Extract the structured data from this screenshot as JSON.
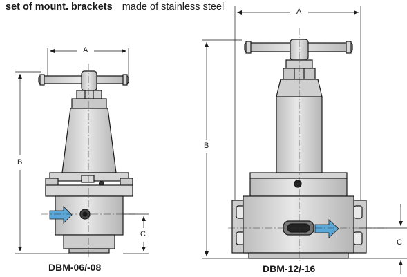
{
  "header": {
    "bold_text": "set of mount. brackets",
    "normal_text": "made of stainless steel"
  },
  "diagrams": [
    {
      "caption": "DBM-06/-08",
      "dimension_labels": {
        "a": "A",
        "b": "B",
        "c": "C"
      }
    },
    {
      "caption": "DBM-12/-16",
      "dimension_labels": {
        "a": "A",
        "b": "B",
        "c": "C"
      }
    }
  ],
  "colors": {
    "body_gray": "#cfcfcf",
    "body_light": "#e6e6e6",
    "outline": "#1a1a1a",
    "arrow_blue": "#5aa7d8"
  }
}
